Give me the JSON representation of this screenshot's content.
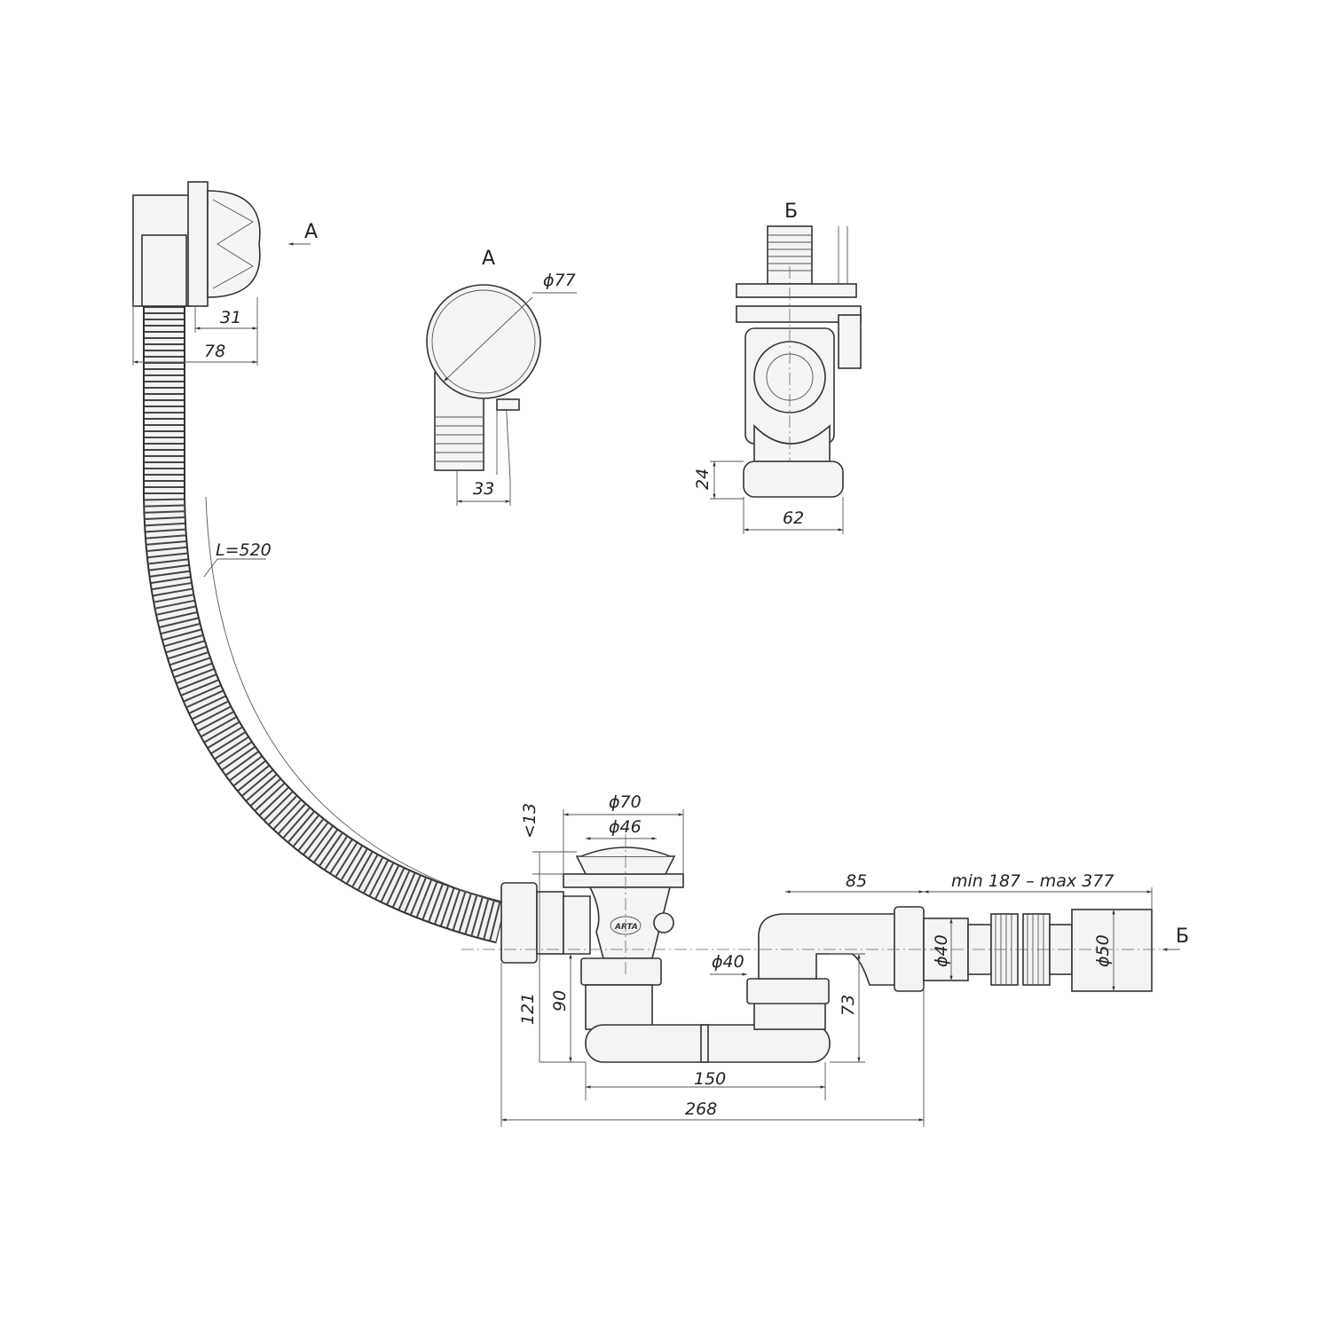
{
  "view_marks": {
    "a_arrow": "А",
    "a_view_title": "А",
    "b_view_title": "Б",
    "b_arrow": "Б"
  },
  "dimensions": {
    "overflow_depth": "31",
    "overflow_total": "78",
    "cover_diameter": "ϕ77",
    "outlet_offset": "33",
    "b_height": "24",
    "b_width": "62",
    "hose_length": "L=520",
    "plug_outer": "ϕ70",
    "plug_inner": "ϕ46",
    "plug_height": "<13",
    "height_total": "121",
    "height_drain": "90",
    "trap_width": "150",
    "total_width": "268",
    "trap_pipe": "ϕ40",
    "trap_height": "73",
    "outlet_length": "85",
    "flex_range": "min 187 – max 377",
    "flex_inlet": "ϕ40",
    "flex_outlet": "ϕ50"
  },
  "logo": "ARTA"
}
